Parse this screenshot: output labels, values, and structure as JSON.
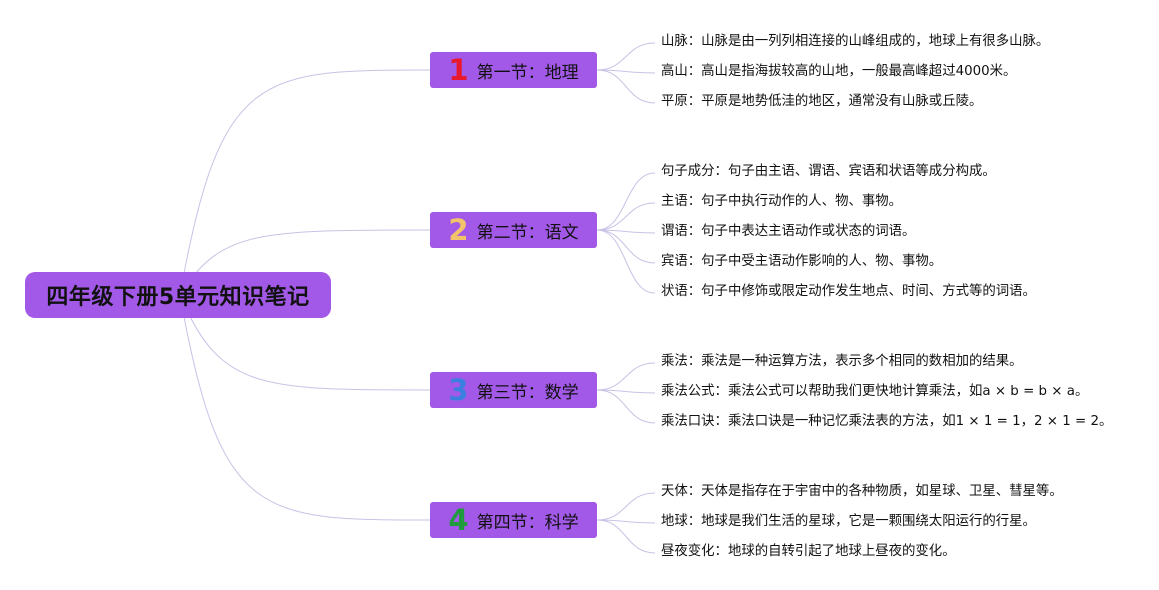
{
  "root": {
    "label": "四年级下册5单元知识笔记"
  },
  "sections": [
    {
      "number": "1",
      "label": "第一节：地理",
      "color": "#e8192c",
      "items": [
        "山脉：山脉是由一列列相连接的山峰组成的，地球上有很多山脉。",
        "高山：高山是指海拔较高的山地，一般最高峰超过4000米。",
        "平原：平原是地势低洼的地区，通常没有山脉或丘陵。"
      ]
    },
    {
      "number": "2",
      "label": "第二节：语文",
      "color": "#f2c36b",
      "items": [
        "句子成分：句子由主语、谓语、宾语和状语等成分构成。",
        "主语：句子中执行动作的人、物、事物。",
        "谓语：句子中表达主语动作或状态的词语。",
        "宾语：句子中受主语动作影响的人、物、事物。",
        "状语：句子中修饰或限定动作发生地点、时间、方式等的词语。"
      ]
    },
    {
      "number": "3",
      "label": "第三节：数学",
      "color": "#3b7fe0",
      "items": [
        "乘法：乘法是一种运算方法，表示多个相同的数相加的结果。",
        "乘法公式：乘法公式可以帮助我们更快地计算乘法，如a × b = b × a。",
        "乘法口诀：乘法口诀是一种记忆乘法表的方法，如1 × 1 = 1，2 × 1 = 2。"
      ]
    },
    {
      "number": "4",
      "label": "第四节：科学",
      "color": "#1f9a3c",
      "items": [
        "天体：天体是指存在于宇宙中的各种物质，如星球、卫星、彗星等。",
        "地球：地球是我们生活的星球，它是一颗围绕太阳运行的行星。",
        "昼夜变化：地球的自转引起了地球上昼夜的变化。"
      ]
    }
  ]
}
